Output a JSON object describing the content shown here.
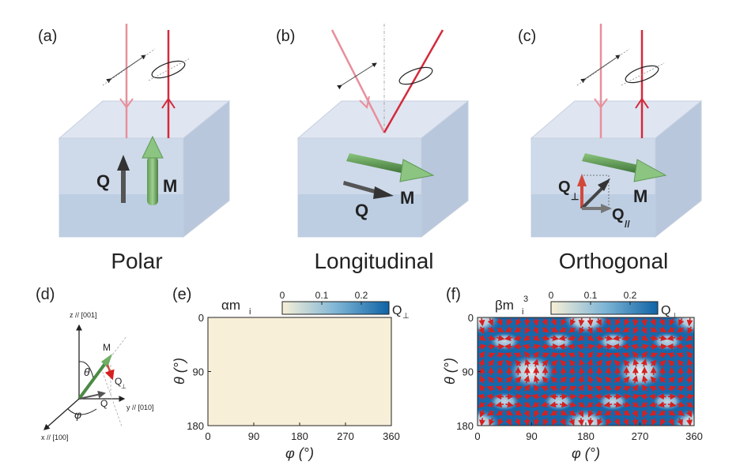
{
  "panels": {
    "a": {
      "tag": "(a)",
      "title": "Polar",
      "q": "Q",
      "m": "M"
    },
    "b": {
      "tag": "(b)",
      "title": "Longitudinal",
      "q": "Q",
      "m": "M"
    },
    "c": {
      "tag": "(c)",
      "title": "Orthogonal",
      "q_perp": "Q",
      "q_perp_sub": "⊥",
      "q_par": "Q",
      "q_par_sub": "//",
      "m": "M"
    },
    "d": {
      "tag": "(d)",
      "z": "z // [001]",
      "y": "y // [010]",
      "x": "x // [100]",
      "m": "M",
      "qperp": "Q",
      "qperp_sub": "⊥",
      "q": "Q",
      "theta": "θ",
      "phi": "φ"
    },
    "e": {
      "tag": "(e)",
      "coef": "αm",
      "coef_sub": "i"
    },
    "f": {
      "tag": "(f)",
      "coef": "βm",
      "coef_sub": "i",
      "coef_sup": "3"
    }
  },
  "chart_data": [
    {
      "type": "heatmap",
      "panel": "e",
      "x_label": "φ (°)",
      "y_label": "θ (°)",
      "x_ticks": [
        "0",
        "90",
        "180",
        "270",
        "360"
      ],
      "y_ticks": [
        "0",
        "90",
        "180"
      ],
      "xlim": [
        0,
        360
      ],
      "ylim": [
        0,
        180
      ],
      "colorbar": {
        "label": "Q",
        "label_sub": "⊥",
        "ticks": [
          "0",
          "0.1",
          "0.2"
        ],
        "range": [
          0,
          0.27
        ],
        "colors": [
          "#f7efd6",
          "#7fb6d6",
          "#0f63a6"
        ]
      },
      "value": 0,
      "fill": "#f8efd8"
    },
    {
      "type": "heatmap",
      "panel": "f",
      "x_label": "φ (°)",
      "y_label": "θ (°)",
      "x_ticks": [
        "0",
        "90",
        "180",
        "270",
        "360"
      ],
      "y_ticks": [
        "0",
        "90",
        "180"
      ],
      "xlim": [
        0,
        360
      ],
      "ylim": [
        0,
        180
      ],
      "colorbar": {
        "label": "Q",
        "label_sub": "⊥",
        "ticks": [
          "0",
          "0.1",
          "0.2"
        ],
        "range": [
          0,
          0.27
        ],
        "colors": [
          "#f7efd6",
          "#7fb6d6",
          "#0f63a6"
        ]
      },
      "overlay": "red arrows showing Q⊥ direction",
      "arrow_color": "#d62020"
    }
  ]
}
